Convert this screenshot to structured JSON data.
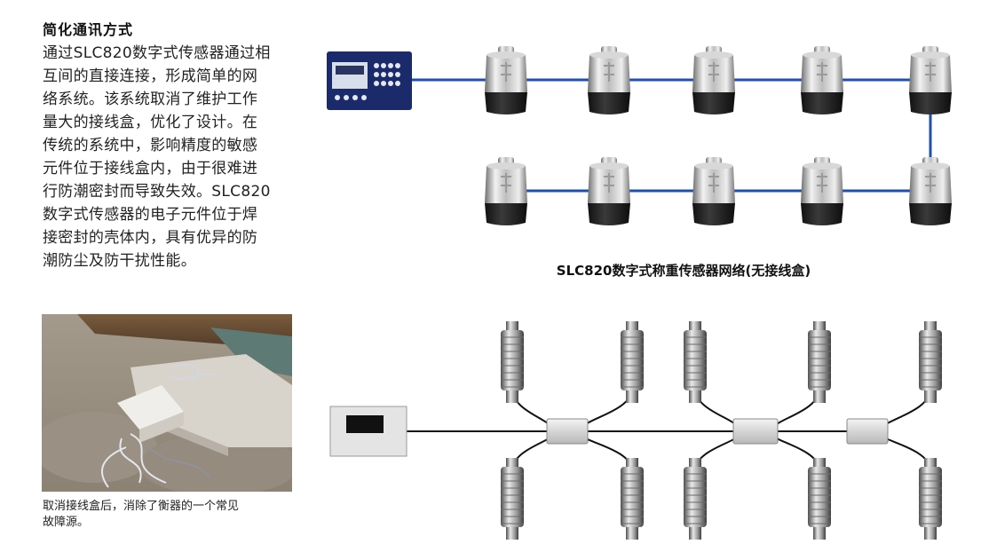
{
  "section": {
    "heading": "简化通讯方式",
    "paragraph_lines": [
      "通过SLC820数字式传感器通过相",
      "互间的直接连接，形成简单的网",
      "络系统。该系统取消了维护工作",
      "量大的接线盒，优化了设计。在",
      "传统的系统中，影响精度的敏感",
      "元件位于接线盒内，由于很难进",
      "行防潮密封而导致失效。SLC820",
      "数字式传感器的电子元件位于焊",
      "接密封的壳体内，具有优异的防",
      "潮防尘及防干扰性能。"
    ]
  },
  "photo": {
    "caption_lines": [
      "取消接线盒后，消除了衡器的一个常见",
      "故障源。"
    ]
  },
  "network_diagram": {
    "title": "SLC820数字式称重传感器网络(无接线盒)"
  },
  "colors": {
    "link_blue": "#1f4fb0",
    "terminal_navy": "#1b2a6b"
  }
}
